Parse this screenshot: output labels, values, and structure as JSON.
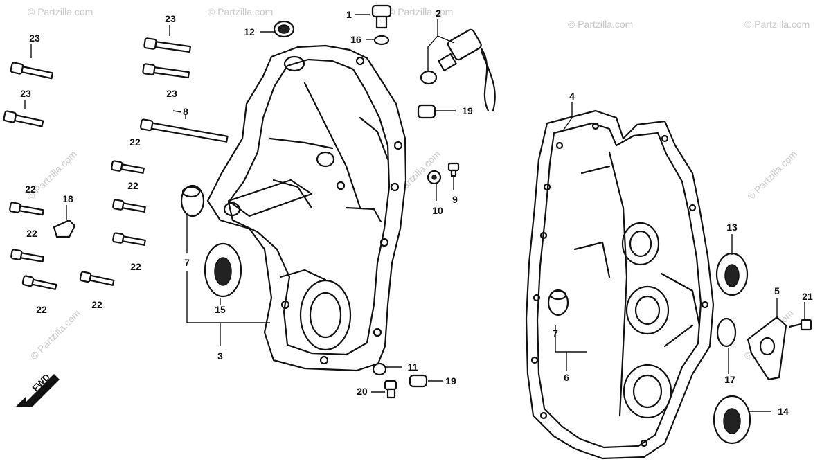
{
  "watermark": "© Partzilla.com",
  "fwd_label": "FWD",
  "callouts": {
    "c1": "1",
    "c2": "2",
    "c3": "3",
    "c4": "4",
    "c5": "5",
    "c6": "6",
    "c7a": "7",
    "c7b": "7",
    "c8": "8",
    "c9": "9",
    "c10": "10",
    "c11": "11",
    "c12": "12",
    "c13": "13",
    "c14": "14",
    "c15": "15",
    "c16": "16",
    "c17": "17",
    "c18": "18",
    "c19a": "19",
    "c19b": "19",
    "c20": "20",
    "c21": "21",
    "c22a": "22",
    "c22b": "22",
    "c22c": "22",
    "c22d": "22",
    "c22e": "22",
    "c22f": "22",
    "c22g": "22",
    "c23a": "23",
    "c23b": "23",
    "c23c": "23",
    "c23d": "23"
  }
}
